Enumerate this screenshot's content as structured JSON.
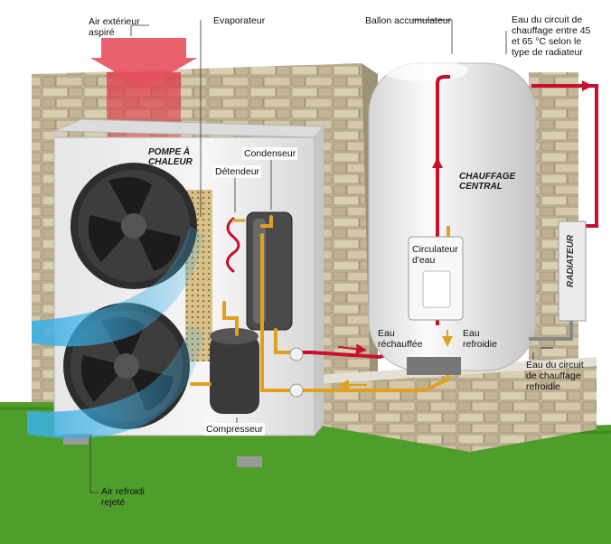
{
  "labels": {
    "air_exterieur": [
      "Air extérieur",
      "aspiré"
    ],
    "evaporateur": "Evaporateur",
    "ballon": "Ballon accumulateur",
    "eau_circuit_chaud": [
      "Eau du circuit de",
      "chauffage entre 45",
      "et 65 °C selon le",
      "type de radiateur"
    ],
    "pompe": [
      "POMPE À",
      "CHALEUR"
    ],
    "condenseur": "Condenseur",
    "detendeur": "Détendeur",
    "chauffage_central": [
      "CHAUFFAGE",
      "CENTRAL"
    ],
    "circulateur": [
      "Circulateur",
      "d'eau"
    ],
    "radiateur": "RADIATEUR",
    "eau_rechauffee": [
      "Eau",
      "réchauffée"
    ],
    "eau_refroidie": [
      "Eau",
      "refroidie"
    ],
    "eau_circuit_froid": [
      "Eau du circuit",
      "de chauffage",
      "refroidie"
    ],
    "compresseur": "Compresseur",
    "air_rejete": [
      "Air refroidi",
      "rejeté"
    ]
  },
  "colors": {
    "hot_pipe": "#c8102e",
    "warm_pipe": "#e0a020",
    "cold_air": "#3ab0e6",
    "hot_air": "#e04050",
    "wall": "#c8bca4",
    "grass": "#4f9e2c",
    "unit": "#eeeeee",
    "tank": "#f3f3f3"
  }
}
